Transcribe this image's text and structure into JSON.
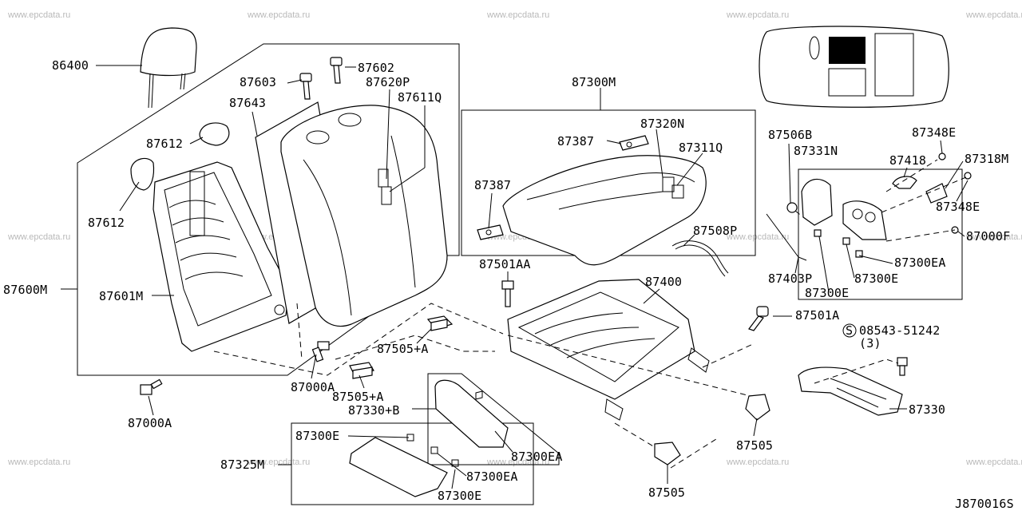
{
  "watermark": "www.epcdata.ru",
  "diagram_code": "J870016S",
  "labels": {
    "l86400": "86400",
    "l87602": "87602",
    "l87603": "87603",
    "l87620P": "87620P",
    "l87611Q": "87611Q",
    "l87643": "87643",
    "l87612a": "87612",
    "l87612b": "87612",
    "l87600M": "87600M",
    "l87601M": "87601M",
    "l87000Aa": "87000A",
    "l87000Ab": "87000A",
    "l87505Aa": "87505+A",
    "l87505Ab": "87505+A",
    "l87330B": "87330+B",
    "l87300M": "87300M",
    "l87387a": "87387",
    "l87387b": "87387",
    "l87320N": "87320N",
    "l87311Q": "87311Q",
    "l87501AA": "87501AA",
    "l87400": "87400",
    "l87508P": "87508P",
    "l87501A": "87501A",
    "l87506B": "87506B",
    "l87331N": "87331N",
    "l87348Ea": "87348E",
    "l87418": "87418",
    "l87318M": "87318M",
    "l87348Eb": "87348E",
    "l87000F": "87000F",
    "l87300EAa": "87300EA",
    "l87300Ea": "87300E",
    "l87403P": "87403P",
    "l87300Eb": "87300E",
    "l08543": "08543-51242",
    "l08543qty": "(3)",
    "l87330": "87330",
    "l87505a": "87505",
    "l87505b": "87505",
    "l87300EAb": "87300EA",
    "l87300Ec": "87300E",
    "l87325M": "87325M",
    "l87300EAc": "87300EA",
    "l87300Ed": "87300E",
    "screw_symbol": "S"
  }
}
